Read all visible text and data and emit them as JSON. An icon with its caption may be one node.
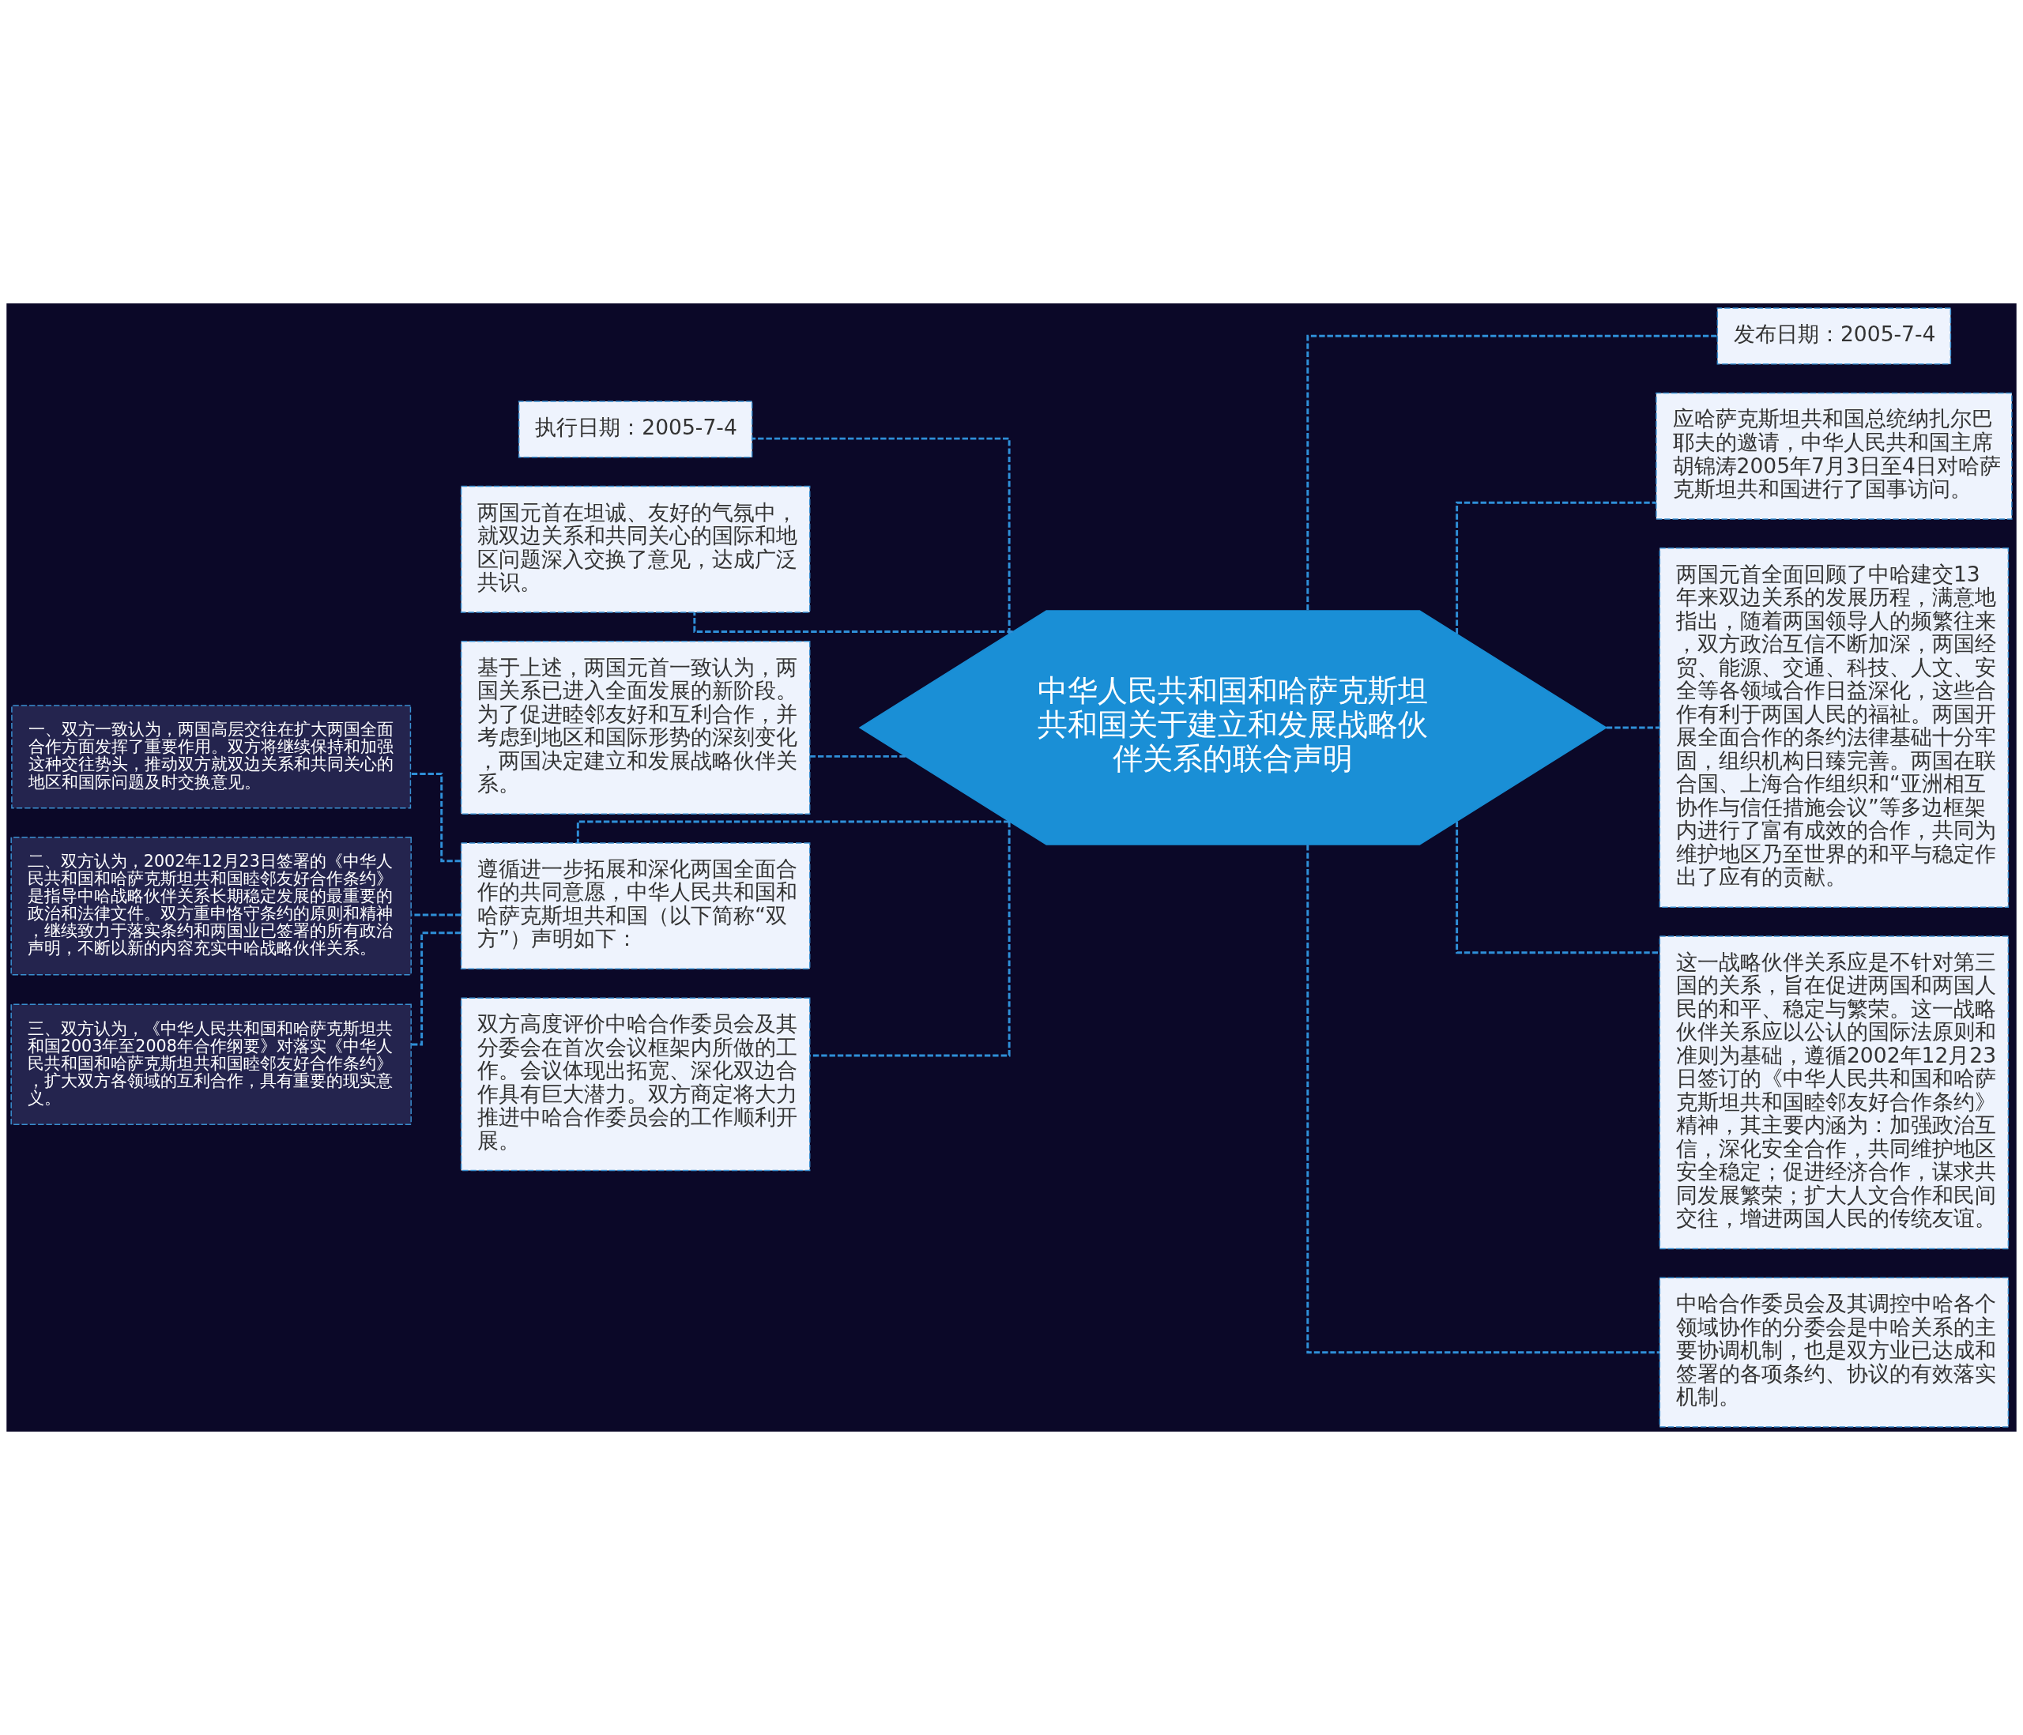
{
  "diagram": {
    "nodes": [
      {
        "text": [
          "中华人民共和国和哈萨克斯坦共和国关于建立和发展战略伙伴关系的联合声明"
        ]
      },
      {
        "text": [
          "执行日期：2005-7-4"
        ]
      },
      {
        "text": [
          "两国元首在坦诚、友好的气氛中，就双边关系和共同关心的国际和地区问题深入交换了意见，达成广泛共识。"
        ]
      },
      {
        "text": [
          "基于上述，两国元首一致认为，两国关系已进入全面发展的新阶段。为了促进睦邻友好和互利合作，并考虑到地区和国际形势的深刻变化，两国决定建立和发展战略伙伴关系。"
        ]
      },
      {
        "text": [
          "遵循进一步拓展和深化两国全面合作的共同意愿，中华人民共和国和哈萨克斯坦共和国（以下简称“双方”）声明如下："
        ]
      },
      {
        "text": [
          "双方高度评价中哈合作委员会及其分委会在首次会议框架内所做的工作。会议体现出拓宽、深化双边合作具有巨大潜力。双方商定将大力推进中哈合作委员会的工作顺利开展。"
        ]
      },
      {
        "text": [
          "一、双方一致认为，两国高层交往在扩大两国全面合作方面发挥了重要作用。双方将继续保持和加强这种交往势头，推动双方就双边关系和共同关心的地区和国际问题及时交换意见。"
        ]
      },
      {
        "text": [
          "二、双方认为，2002年12月23日签署的《中华人民共和国和哈萨克斯坦共和国睦邻友好合作条约》是指导中哈战略伙伴关系长期稳定发展的最重要的政治和法律文件。双方重申恪守条约的原则和精神，继续致力于落实条约和两国业已签署的所有政治声明，不断以新的内容充实中哈战略伙伴关系。"
        ]
      },
      {
        "text": [
          "三、双方认为，《中华人民共和国和哈萨克斯坦共和国2003年至2008年合作纲要》对落实《中华人民共和国和哈萨克斯坦共和国睦邻友好合作条约》，扩大双方各领域的互利合作，具有重要的现实意义。"
        ]
      },
      {
        "text": [
          "发布日期：2005-7-4"
        ]
      },
      {
        "text": [
          "应哈萨克斯坦共和国总统纳扎尔巴耶夫的邀请，中华人民共和国主席胡锦涛2005年7月3日至4日对哈萨克斯坦共和国进行了国事访问。"
        ]
      },
      {
        "text": [
          "两国元首全面回顾了中哈建交13年来双边关系的发展历程，满意地指出，随着两国领导人的频繁往来，双方政治互信不断加深，两国经贸、能源、交通、科技、人文、安全等各领域合作日益深化，这些合作有利于两国人民的福祉。两国开展全面合作的条约法律基础十分牢固，组织机构日臻完善。两国在联合国、上海合作组织和“亚洲相互协作与信任措施会议”等多边框架内进行了富有成效的合作，共同为维护地区乃至世界的和平与稳定作出了应有的贡献。"
        ]
      },
      {
        "text": [
          "这一战略伙伴关系应是不针对第三国的关系，旨在促进两国和两国人民的和平、稳定与繁荣。这一战略伙伴关系应以公认的国际法原则和准则为基础，遵循2002年12月23日签订的《中华人民共和国和哈萨克斯坦共和国睦邻友好合作条约》精神，其主要内涵为：加强政治互信，深化安全合作，共同维护地区安全稳定；促进经济合作，谋求共同发展繁荣；扩大人文合作和民间交往，增进两国人民的传统友谊。"
        ]
      },
      {
        "text": [
          "中哈合作委员会及其调控中哈各个领域协作的分委会是中哈关系的主要协调机制，也是双方业已达成和签署的各项条约、协议的有效落实机制。"
        ]
      }
    ],
    "edges": [
      {
        "from": 0,
        "to": 1,
        "arrow": "none",
        "style": "dashed"
      },
      {
        "from": 0,
        "to": 2,
        "arrow": "none",
        "style": "dashed"
      },
      {
        "from": 0,
        "to": 3,
        "arrow": "none",
        "style": "dashed"
      },
      {
        "from": 0,
        "to": 4,
        "arrow": "none",
        "style": "dashed"
      },
      {
        "from": 0,
        "to": 5,
        "arrow": "none",
        "style": "dashed"
      },
      {
        "from": 4,
        "to": 6,
        "arrow": "none",
        "style": "dashed"
      },
      {
        "from": 4,
        "to": 7,
        "arrow": "none",
        "style": "dashed"
      },
      {
        "from": 4,
        "to": 8,
        "arrow": "none",
        "style": "dashed"
      },
      {
        "from": 0,
        "to": 9,
        "arrow": "none",
        "style": "dashed"
      },
      {
        "from": 0,
        "to": 10,
        "arrow": "none",
        "style": "dashed"
      },
      {
        "from": 0,
        "to": 11,
        "arrow": "none",
        "style": "dashed"
      },
      {
        "from": 0,
        "to": 12,
        "arrow": "none",
        "style": "dashed"
      },
      {
        "from": 0,
        "to": 13,
        "arrow": "none",
        "style": "dashed"
      }
    ]
  }
}
